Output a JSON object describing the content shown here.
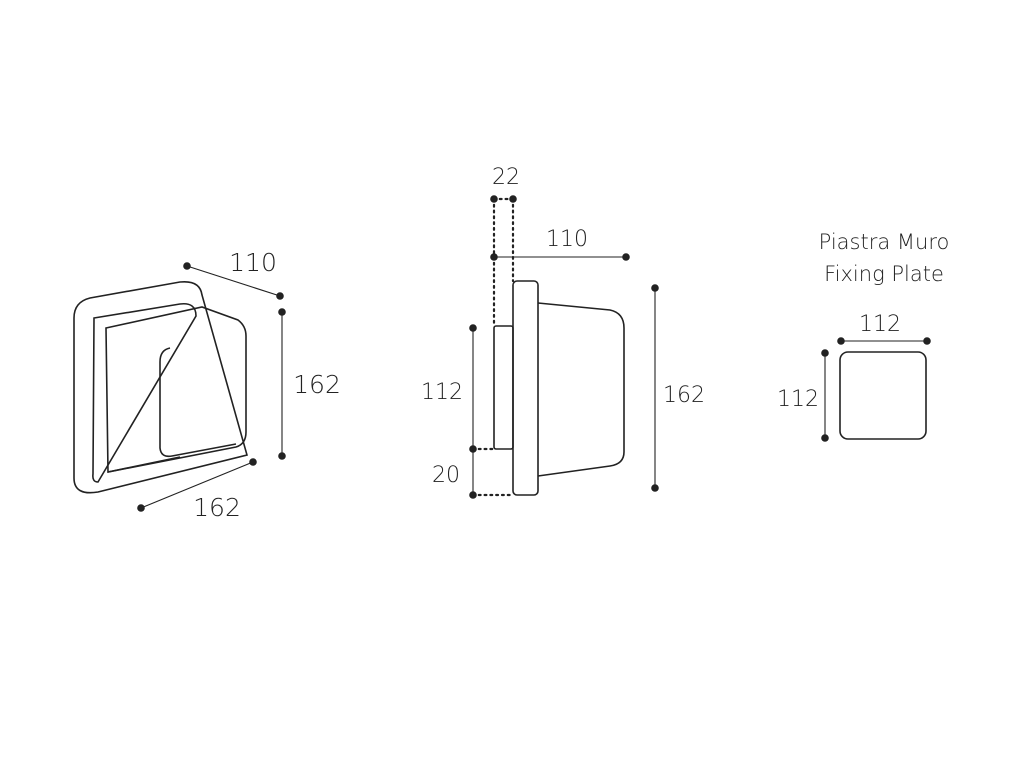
{
  "perspective_view": {
    "depth": "110",
    "height": "162",
    "width": "162"
  },
  "side_view": {
    "plate_thickness": "22",
    "projection": "110",
    "plate_height": "112",
    "offset": "20",
    "height": "162"
  },
  "fixing_plate": {
    "title_it": "Piastra Muro",
    "title_en": "Fixing Plate",
    "width": "112",
    "height": "112"
  },
  "colors": {
    "stroke": "#222222",
    "background": "#ffffff"
  }
}
